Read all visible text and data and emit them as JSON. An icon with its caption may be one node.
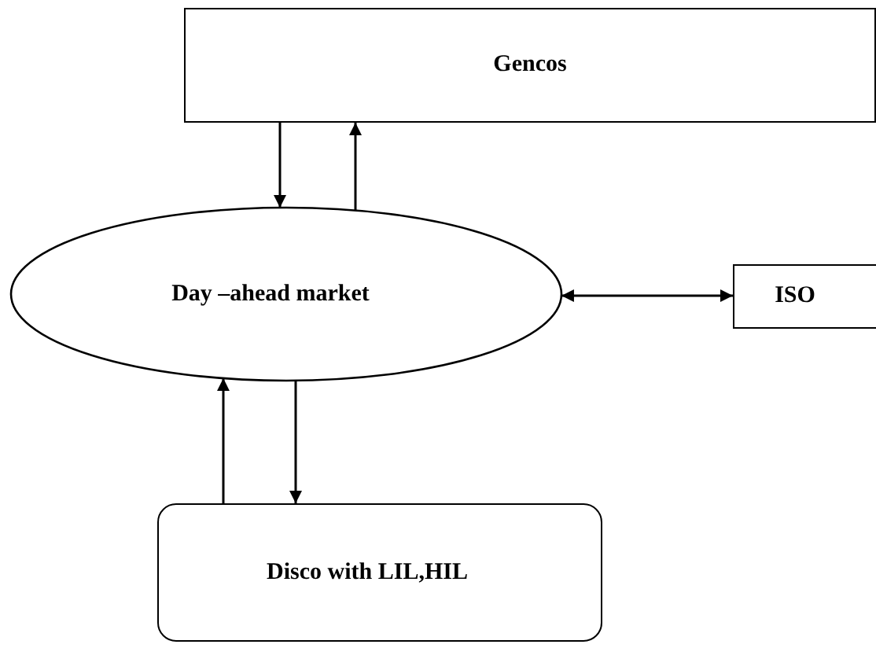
{
  "diagram": {
    "nodes": [
      {
        "text": [
          "Gencos"
        ]
      },
      {
        "text": [
          "Day –ahead market"
        ]
      },
      {
        "text": [
          "ISO"
        ]
      },
      {
        "text": [
          "Disco with LIL,HIL"
        ]
      }
    ],
    "edges": [
      {
        "from": 0,
        "to": 1,
        "arrow": "to"
      },
      {
        "from": 1,
        "to": 0,
        "arrow": "to"
      },
      {
        "from": 1,
        "to": 2,
        "arrow": "both"
      },
      {
        "from": 3,
        "to": 1,
        "arrow": "to"
      },
      {
        "from": 1,
        "to": 3,
        "arrow": "to"
      }
    ]
  }
}
